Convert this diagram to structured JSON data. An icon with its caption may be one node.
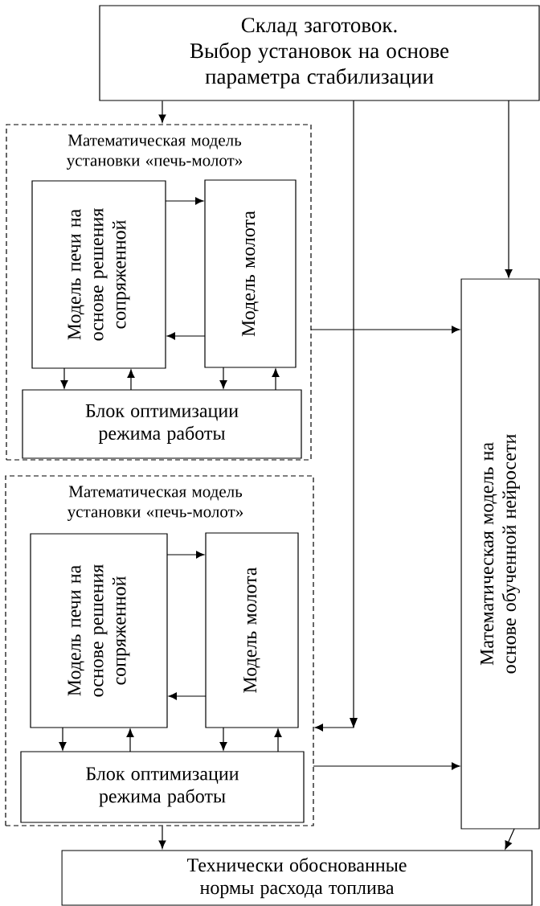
{
  "diagram": {
    "nodes": [
      {
        "text": [
          "Склад заготовок.",
          "Выбор установок  на основе параметра стабилизации"
        ]
      },
      {
        "text": [
          "Математическая модель установки «печь-молот»"
        ]
      },
      {
        "text": [
          "Модель печи на основе решения сопряженной"
        ],
        "in": 1
      },
      {
        "text": [
          "Модель молота"
        ],
        "in": 1
      },
      {
        "text": [
          "Блок оптимизации режима работы"
        ],
        "in": 1
      },
      {
        "text": [
          "Математическая модель установки «печь-молот»"
        ]
      },
      {
        "text": [
          "Модель печи на основе решения сопряженной"
        ],
        "in": 5
      },
      {
        "text": [
          "Модель молота"
        ],
        "in": 5
      },
      {
        "text": [
          "Блок оптимизации режима работы"
        ],
        "in": 5
      },
      {
        "text": [
          "Математическая модель на основе обученной нейросети"
        ]
      },
      {
        "text": [
          "Технически обоснованные нормы расхода топлива"
        ]
      }
    ],
    "edges": [
      {
        "from": 0,
        "to": 1,
        "arrow": "to"
      },
      {
        "from": 0,
        "to": 5,
        "arrow": "to"
      },
      {
        "from": 0,
        "to": 9,
        "arrow": "to"
      },
      {
        "from": 2,
        "to": 3,
        "arrow": "to"
      },
      {
        "from": 3,
        "to": 2,
        "arrow": "to"
      },
      {
        "from": 2,
        "to": 4,
        "arrow": "to"
      },
      {
        "from": 4,
        "to": 2,
        "arrow": "to"
      },
      {
        "from": 3,
        "to": 4,
        "arrow": "to"
      },
      {
        "from": 4,
        "to": 3,
        "arrow": "to"
      },
      {
        "from": 1,
        "to": 9,
        "arrow": "to"
      },
      {
        "from": 6,
        "to": 7,
        "arrow": "to"
      },
      {
        "from": 7,
        "to": 6,
        "arrow": "to"
      },
      {
        "from": 6,
        "to": 8,
        "arrow": "to"
      },
      {
        "from": 8,
        "to": 6,
        "arrow": "to"
      },
      {
        "from": 7,
        "to": 8,
        "arrow": "to"
      },
      {
        "from": 8,
        "to": 7,
        "arrow": "to"
      },
      {
        "from": 5,
        "to": 9,
        "arrow": "to"
      },
      {
        "from": 5,
        "to": 10,
        "arrow": "to"
      },
      {
        "from": 9,
        "to": 10,
        "arrow": "to"
      }
    ]
  }
}
